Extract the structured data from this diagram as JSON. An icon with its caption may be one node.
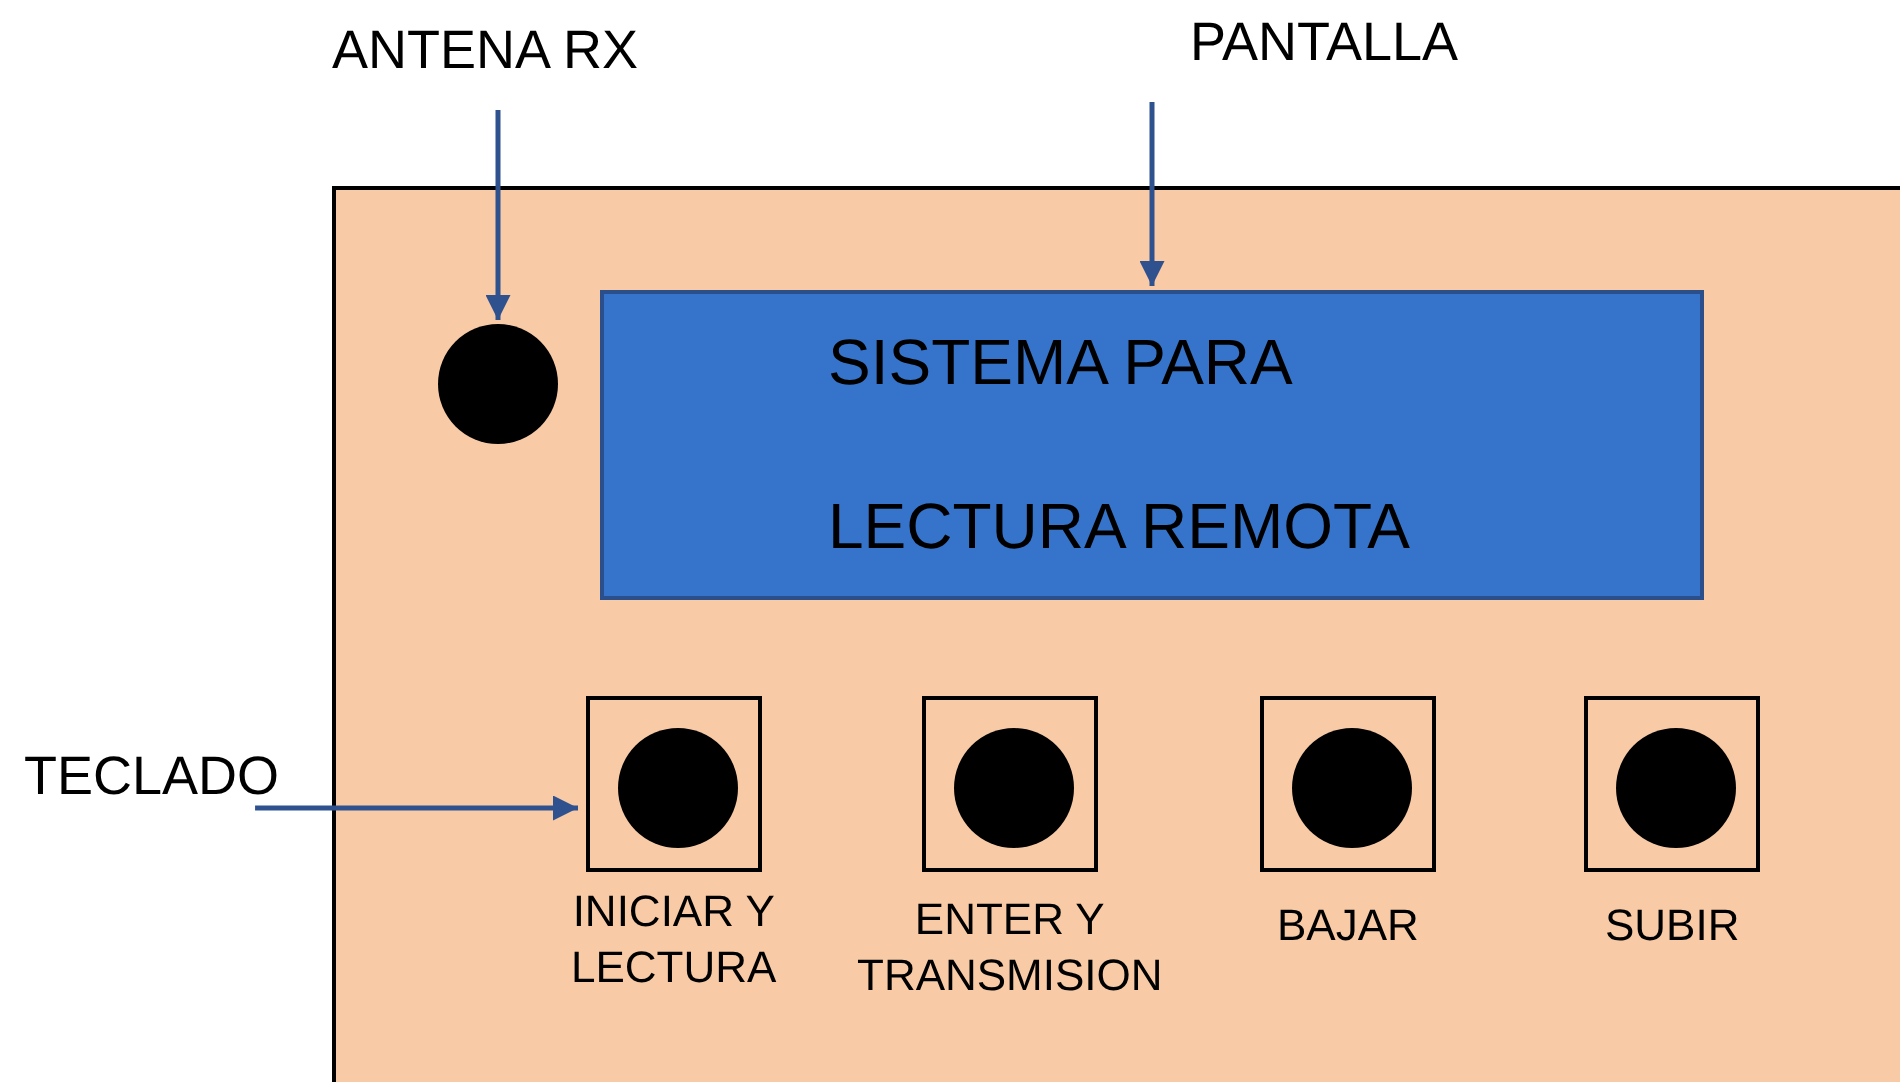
{
  "diagram": {
    "nodes": [
      {
        "text": [
          "ANTENA RX"
        ]
      },
      {
        "text": [
          "PANTALLA"
        ]
      },
      {
        "text": [
          "TECLADO"
        ]
      },
      {
        "text": [],
        "shape": "box"
      },
      {
        "text": [],
        "shape": "circle",
        "in": 3
      },
      {
        "text": [
          "SISTEMA PARA",
          "LECTURA REMOTA"
        ],
        "in": 3
      },
      {
        "text": [],
        "shape": "box",
        "in": 3,
        "beside": [
          "INICIAR Y LECTURA"
        ]
      },
      {
        "text": [],
        "shape": "box",
        "in": 3,
        "beside": [
          "ENTER Y TRANSMISION"
        ]
      },
      {
        "text": [],
        "shape": "box",
        "in": 3,
        "beside": [
          "BAJAR"
        ]
      },
      {
        "text": [],
        "shape": "box",
        "in": 3,
        "beside": [
          "SUBIR"
        ]
      }
    ],
    "edges": [
      {
        "from": 0,
        "to": 4,
        "arrow": "to"
      },
      {
        "from": 1,
        "to": 5,
        "arrow": "to"
      },
      {
        "from": 2,
        "to": 6,
        "arrow": "to"
      }
    ]
  }
}
